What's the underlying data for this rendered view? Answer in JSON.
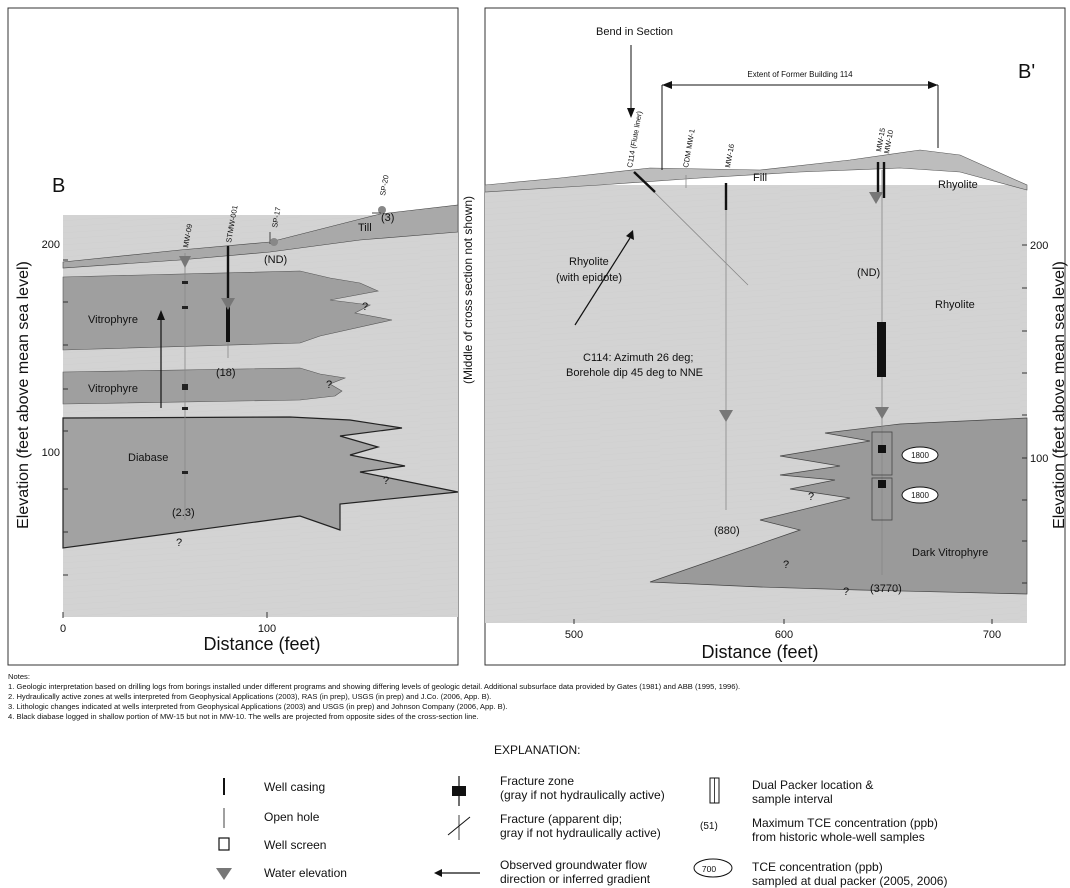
{
  "panel_left": {
    "section_letter": "B",
    "y_axis_label": "Elevation (feet above mean sea level)",
    "x_axis_label": "Distance (feet)",
    "y_ticks": [
      "200",
      "100"
    ],
    "x_ticks": [
      "0",
      "100"
    ],
    "wells": [
      "MW-09",
      "STMW-001",
      "SP-17",
      "SP-20"
    ],
    "units": [
      "Till",
      "Vitrophyre",
      "Vitrophyre",
      "Diabase"
    ],
    "values": [
      "(ND)",
      "(3)",
      "(18)",
      "(2.3)"
    ],
    "query_mark": "?"
  },
  "panel_middle_label": "(Middle of cross section not shown)",
  "panel_right": {
    "section_letter": "B'",
    "y_axis_label": "Elevation (feet above mean sea level)",
    "x_axis_label": "Distance (feet)",
    "y_ticks": [
      "200",
      "100"
    ],
    "x_ticks": [
      "500",
      "600",
      "700"
    ],
    "bend_label": "Bend in Section",
    "extent_label": "Extent of Former Building 114",
    "wells": [
      "C114 (Flute liner)",
      "CDM MW-1",
      "MW-16",
      "MW-15",
      "MW-10"
    ],
    "units": [
      "Fill",
      "Rhyolite",
      "Rhyolite",
      "(with epidote)",
      "Rhyolite",
      "Dark Vitrophyre"
    ],
    "values": [
      "(ND)",
      "(880)",
      "(3770)"
    ],
    "packer_values": [
      "1800",
      "1800"
    ],
    "c114_note_line1": "C114: Azimuth 26 deg;",
    "c114_note_line2": "Borehole dip 45 deg to NNE",
    "query_mark": "?"
  },
  "notes": {
    "heading": "Notes:",
    "items": [
      "1. Geologic interpretation based on drilling logs from borings installed under different programs and showing differing levels of geologic detail. Additional subsurface data provided by Gates (1981) and ABB (1995, 1996).",
      "2. Hydraulically active zones at wells interpreted from Geophysical Applications (2003), RAS (in prep), USGS (in prep) and J.Co. (2006, App. B).",
      "3. Lithologic changes indicated at wells interpreted from Geophysical Applications (2003) and USGS (in prep) and Johnson Company (2006, App. B).",
      "4. Black diabase logged in shallow portion of MW-15 but not in MW-10. The wells are projected from opposite sides of the cross-section line."
    ]
  },
  "explanation": {
    "title": "EXPLANATION:",
    "well_casing": "Well casing",
    "open_hole": "Open hole",
    "well_screen": "Well screen",
    "water_elevation": "Water elevation",
    "fracture_zone_1": "Fracture zone",
    "fracture_zone_2": "(gray if not hydraulically active)",
    "fracture_1": "Fracture (apparent dip;",
    "fracture_2": "gray if not hydraulically active)",
    "flow_1": "Observed groundwater flow",
    "flow_2": "direction or inferred gradient",
    "packer_1": "Dual Packer location &",
    "packer_2": "sample interval",
    "max_tce_value": "(51)",
    "max_tce_1": "Maximum TCE concentration (ppb)",
    "max_tce_2": "from historic whole-well samples",
    "tce_value": "700",
    "tce_1": "TCE concentration (ppb)",
    "tce_2": "sampled at dual packer (2005, 2006)"
  }
}
